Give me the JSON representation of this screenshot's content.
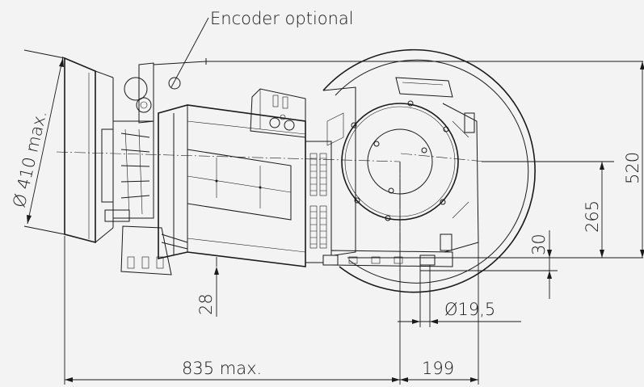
{
  "annotation": "Encoder optional",
  "dimensions": {
    "sheave_diameter": "Ø 410  max.",
    "total_height": "520",
    "axis_height": "265",
    "base_offset": "30",
    "foot_offset": "28",
    "hole_diameter": "Ø19,5",
    "overall_length": "835  max.",
    "axis_to_end": "199"
  }
}
